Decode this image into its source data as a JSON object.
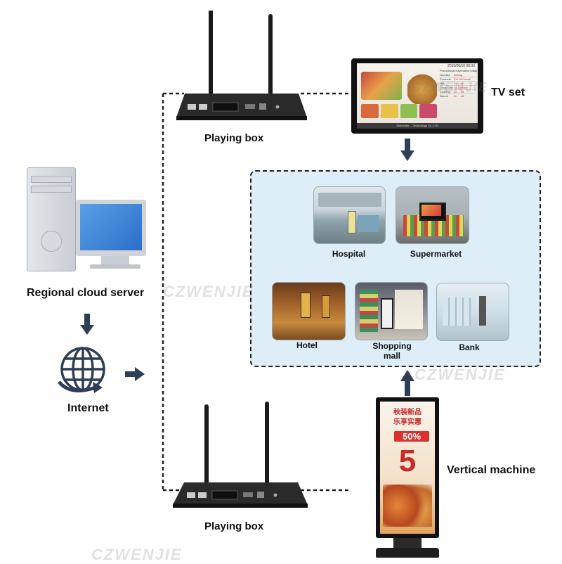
{
  "labels": {
    "tv_set": "TV set",
    "playing_box_top": "Playing box",
    "playing_box_bottom": "Playing box",
    "server": "Regional cloud server",
    "internet": "Internet",
    "vertical_machine": "Vertical machine"
  },
  "venues": {
    "hospital": "Hospital",
    "supermarket": "Supermarket",
    "hotel": "Hotel",
    "shopping_line1": "Shopping",
    "shopping_line2": "mall",
    "bank": "Bank"
  },
  "tv_screen": {
    "date": "2015/06/10   08:30",
    "promo_title": "Promotional information today",
    "rows": [
      [
        "Noodles",
        "$2/bag"
      ],
      [
        "Products",
        "Ext 100 retail"
      ],
      [
        "Milk",
        "3x ...off"
      ],
      [
        "Coca Cola",
        "2x 1,500ml"
      ],
      [
        "Clothing",
        "3x ... off"
      ],
      [
        "Biscuit",
        "3x ... off"
      ]
    ],
    "footer": "Shenzhen ... Technology Co.,LTD"
  },
  "kiosk_screen": {
    "line1": "秋装新品",
    "line2": "乐享实惠",
    "discount": "50%",
    "number": "5"
  },
  "watermark": "CZWENJIE",
  "colors": {
    "panel_bg": "#ddeef9",
    "arrow": "#2f3e55",
    "device": "#1e1e1e"
  }
}
